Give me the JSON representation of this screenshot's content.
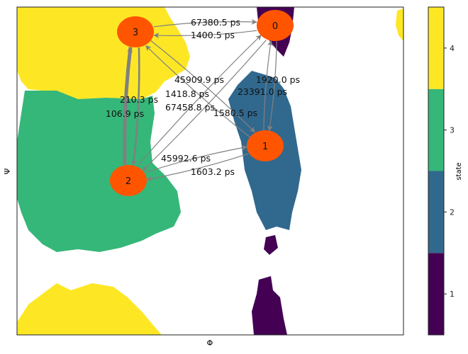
{
  "chart_data": {
    "type": "network-over-state-map",
    "xlabel": "Φ",
    "ylabel": "Ψ",
    "colorbar": {
      "label": "state",
      "ticks": [
        "1",
        "2",
        "3",
        "4"
      ],
      "colors": [
        "#440154",
        "#31688e",
        "#35b779",
        "#fde725"
      ]
    },
    "node_color": "#ff5500",
    "edge_color": "#808080",
    "nodes": [
      "0",
      "1",
      "2",
      "3"
    ],
    "edges": [
      {
        "from": "3",
        "to": "0",
        "label": "67380.5 ps"
      },
      {
        "from": "0",
        "to": "3",
        "label": "1400.5 ps"
      },
      {
        "from": "2",
        "to": "3",
        "label": "106.9 ps"
      },
      {
        "from": "3",
        "to": "2",
        "label": "210.3 ps"
      },
      {
        "from": "3",
        "to": "1",
        "label": "45909.9 ps"
      },
      {
        "from": "1",
        "to": "3",
        "label": "1418.8 ps"
      },
      {
        "from": "2",
        "to": "0",
        "label": "67458.8 ps"
      },
      {
        "from": "0",
        "to": "2",
        "label": "1580.5 ps"
      },
      {
        "from": "1",
        "to": "0",
        "label": "1920.0 ps"
      },
      {
        "from": "0",
        "to": "1",
        "label": "23391.0 ps"
      },
      {
        "from": "2",
        "to": "1",
        "label": "45992.6 ps"
      },
      {
        "from": "1",
        "to": "2",
        "label": "1603.2 ps"
      }
    ]
  }
}
